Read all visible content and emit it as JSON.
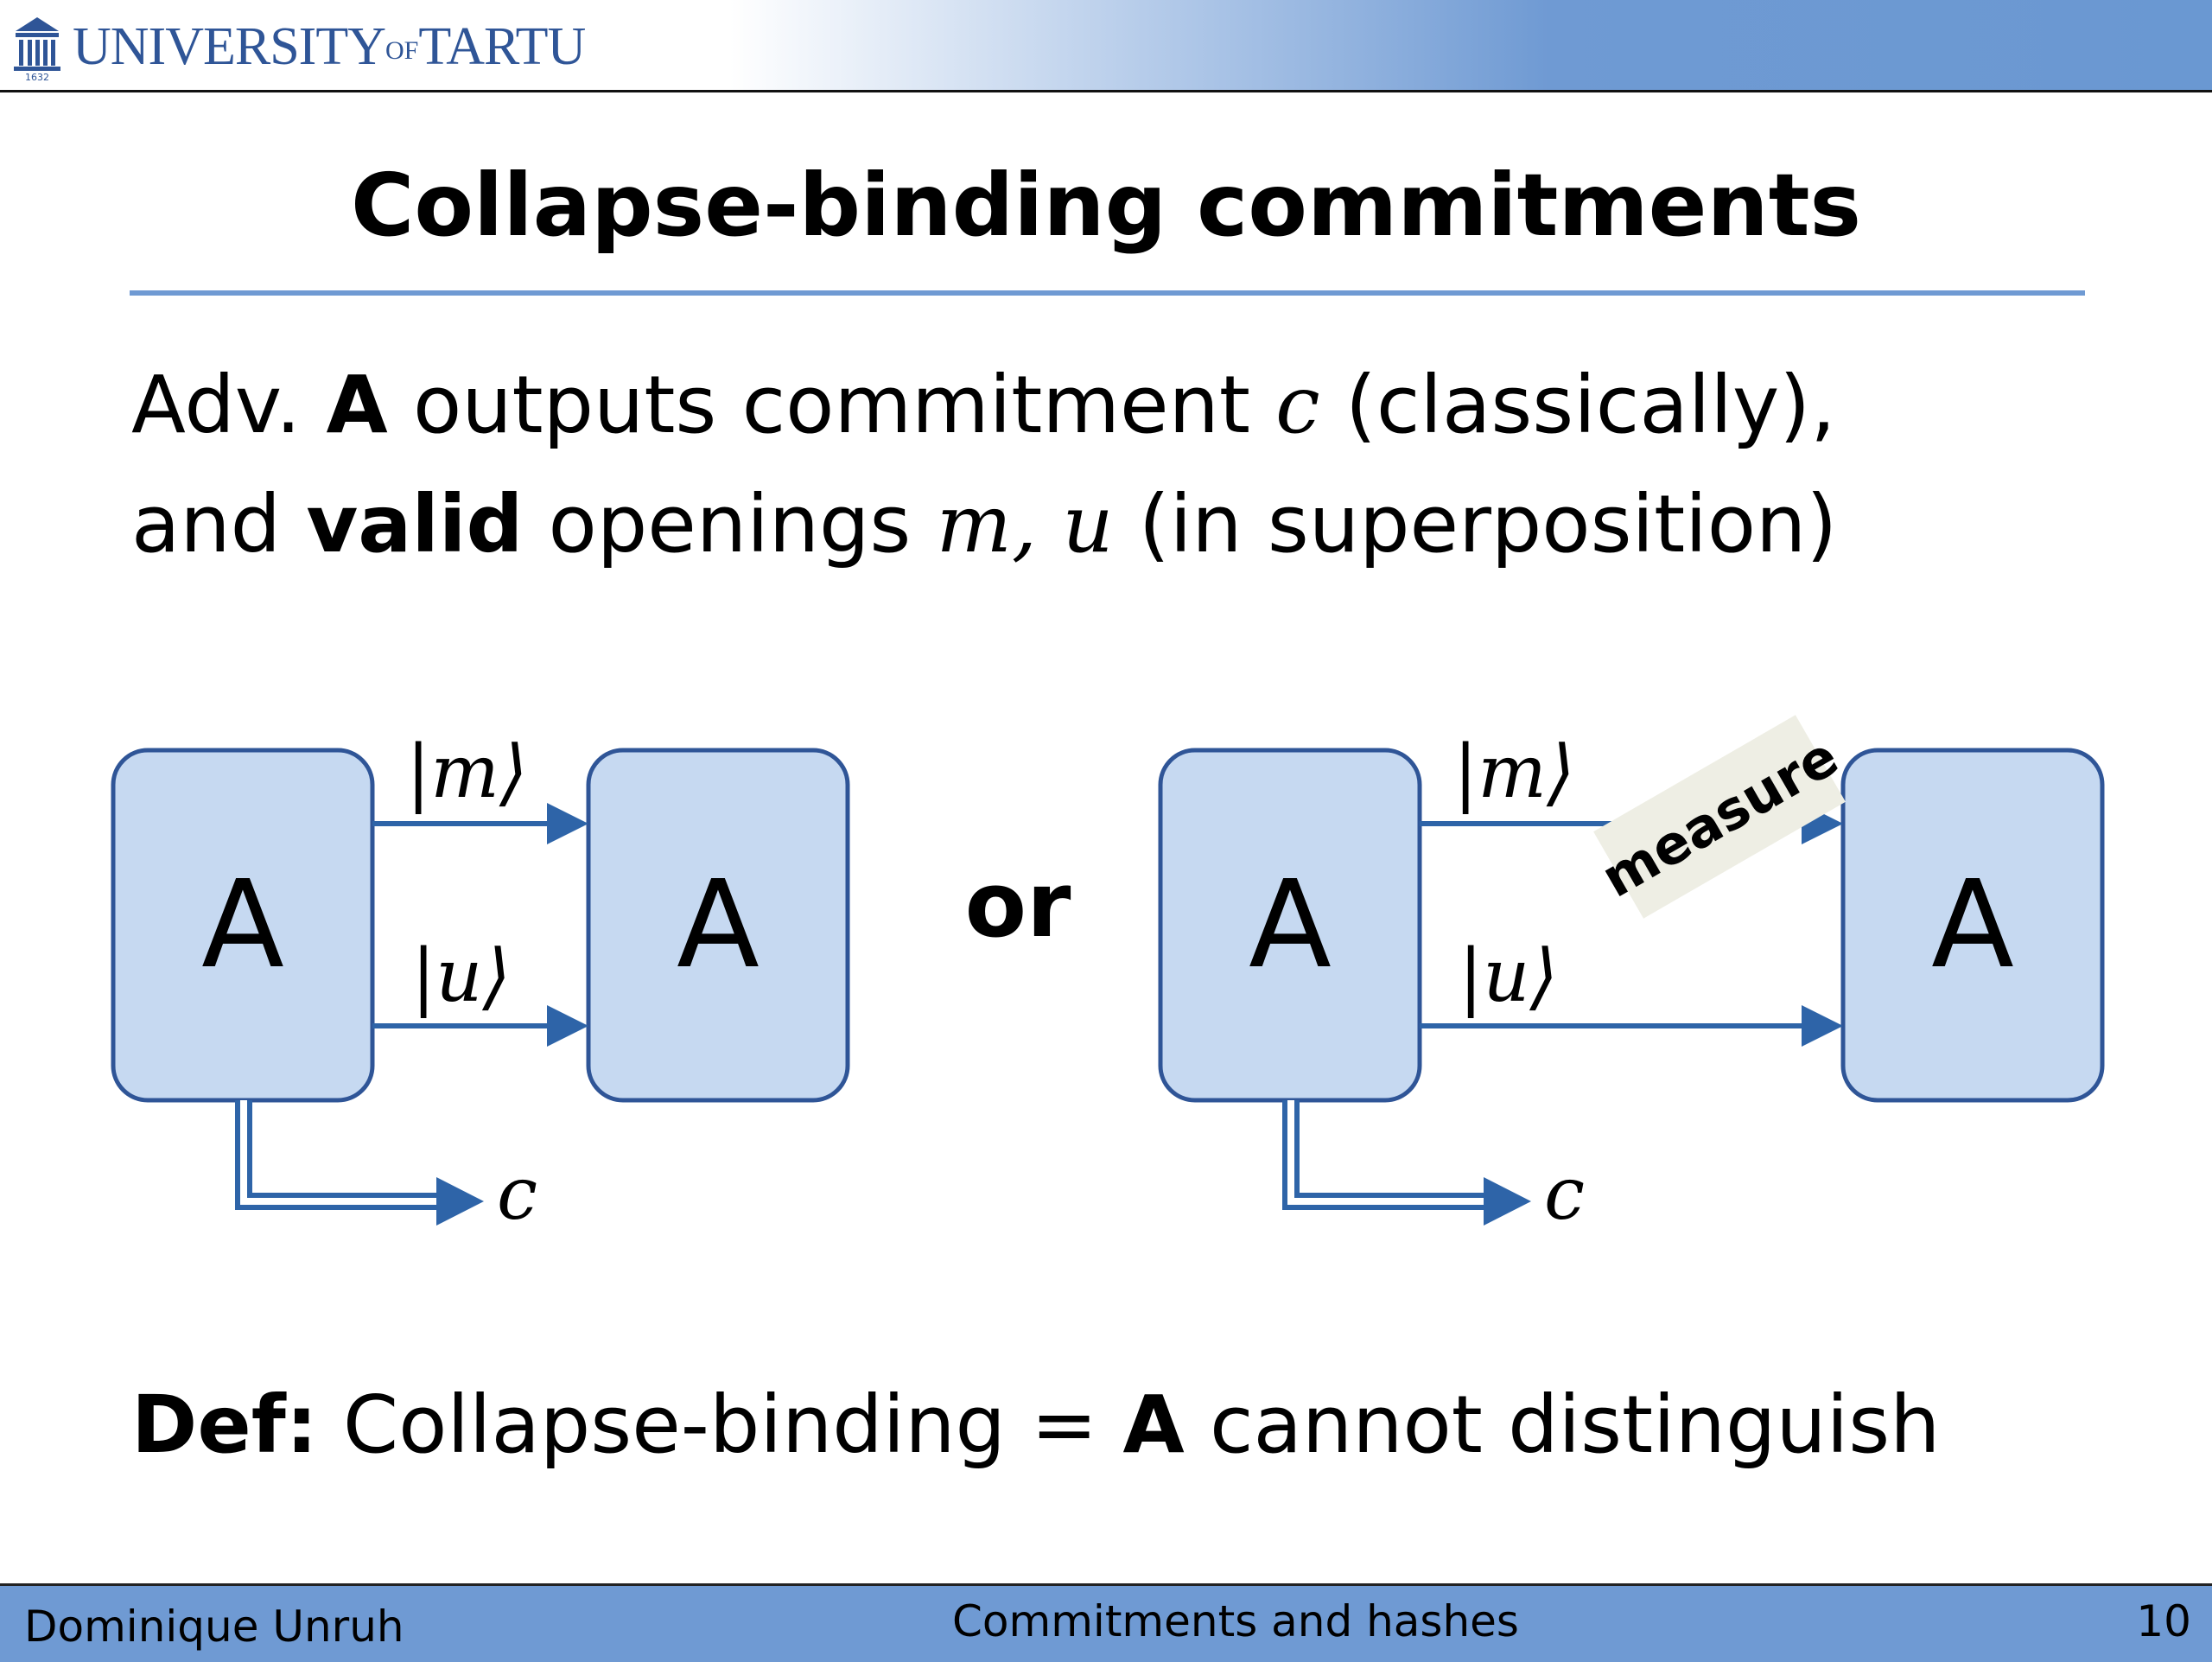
{
  "header": {
    "logo_main1": "UNIVERSITY",
    "logo_of": "OF",
    "logo_main2": "TARTU",
    "logo_year": "1632"
  },
  "slide": {
    "title": "Collapse-binding commitments",
    "line1": {
      "pre": "Adv. ",
      "bold_a": "A",
      "mid": " outputs commitment ",
      "math_c": "c",
      "post": " (classically),"
    },
    "line2": {
      "pre": "and ",
      "bold_valid": "valid",
      "mid": " openings ",
      "math_mu": "m, u",
      "post": " (in superposition)"
    },
    "definition": {
      "bold_def": "Def:",
      "mid": " Collapse-binding = ",
      "bold_a": "A",
      "post": " cannot distinguish"
    }
  },
  "diagram": {
    "box_label": "A",
    "ket_m": "|m⟩",
    "ket_u": "|u⟩",
    "output_c": "c",
    "or_label": "or",
    "measure_label": "measure",
    "colors": {
      "box_fill": "#c6d9f1",
      "box_stroke": "#2f5597",
      "arrow": "#2e64a8",
      "measure_fill": "#eeeee4"
    }
  },
  "footer": {
    "author": "Dominique Unruh",
    "topic": "Commitments and hashes",
    "page_number": "10"
  }
}
